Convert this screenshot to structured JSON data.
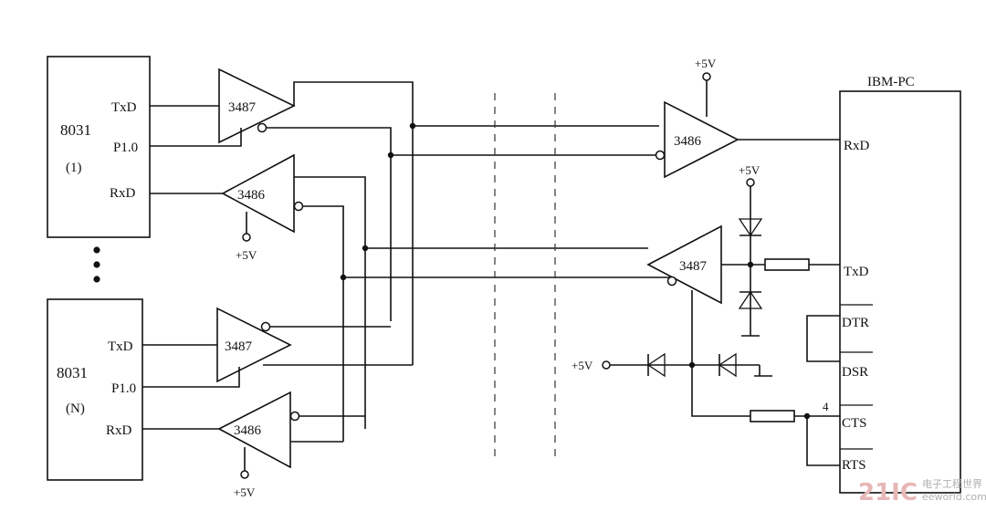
{
  "nodes": {
    "mcu1": {
      "name": "8031",
      "index": "(1)",
      "txd": "TxD",
      "p10": "P1.0",
      "rxd": "RxD"
    },
    "mcuN": {
      "name": "8031",
      "index": "(N)",
      "txd": "TxD",
      "p10": "P1.0",
      "rxd": "RxD"
    },
    "drv1": "3487",
    "rcv1": "3486",
    "drvN": "3487",
    "rcvN": "3486",
    "pc_rcv": "3486",
    "pc_drv": "3487",
    "pc": {
      "title": "IBM-PC",
      "rxd": "RxD",
      "txd": "TxD",
      "dtr": "DTR",
      "dsr": "DSR",
      "cts": "CTS",
      "rts": "RTS",
      "pin4": "4"
    }
  },
  "power": {
    "rcv1_vcc": "+5V",
    "rcvN_vcc": "+5V",
    "pc_rcv_vcc": "+5V",
    "diode_vcc": "+5V",
    "left_vcc": "+5V"
  },
  "watermark": {
    "mark": "21IC",
    "cn": "电子工程世界",
    "url": "eeworld.com.cn"
  }
}
